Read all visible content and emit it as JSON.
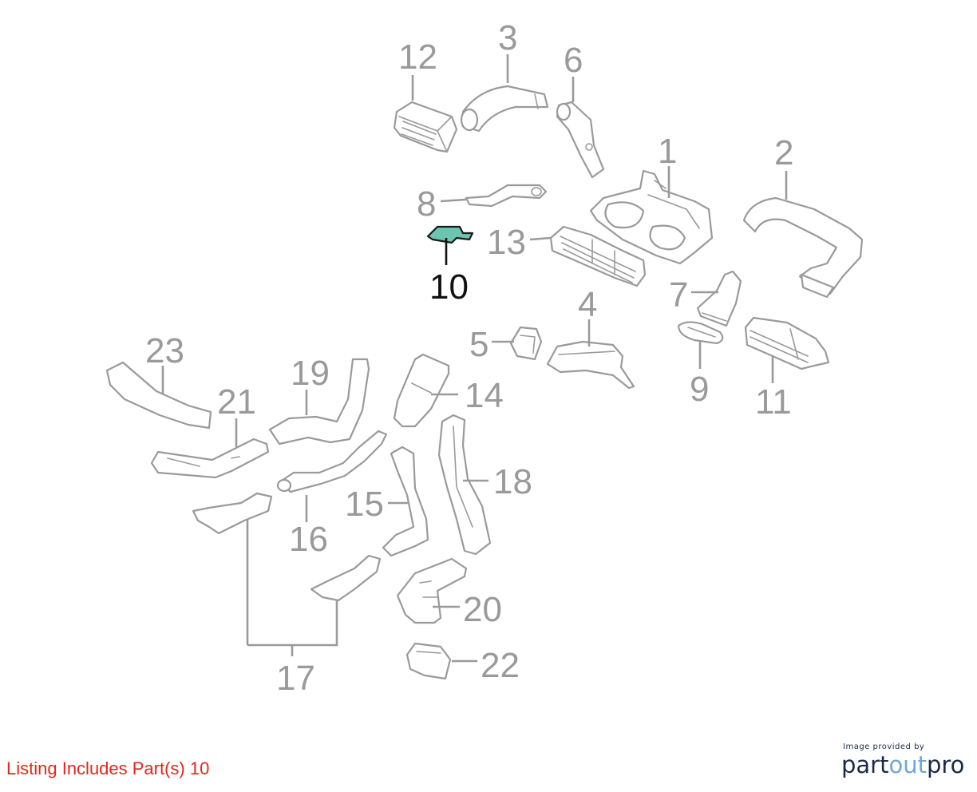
{
  "diagram": {
    "callouts": [
      {
        "id": "1",
        "label": "1"
      },
      {
        "id": "2",
        "label": "2"
      },
      {
        "id": "3",
        "label": "3"
      },
      {
        "id": "4",
        "label": "4"
      },
      {
        "id": "5",
        "label": "5"
      },
      {
        "id": "6",
        "label": "6"
      },
      {
        "id": "7",
        "label": "7"
      },
      {
        "id": "8",
        "label": "8"
      },
      {
        "id": "9",
        "label": "9"
      },
      {
        "id": "10",
        "label": "10",
        "highlighted": true
      },
      {
        "id": "11",
        "label": "11"
      },
      {
        "id": "12",
        "label": "12"
      },
      {
        "id": "13",
        "label": "13"
      },
      {
        "id": "14",
        "label": "14"
      },
      {
        "id": "15",
        "label": "15"
      },
      {
        "id": "16",
        "label": "16"
      },
      {
        "id": "17",
        "label": "17"
      },
      {
        "id": "18",
        "label": "18"
      },
      {
        "id": "19",
        "label": "19"
      },
      {
        "id": "20",
        "label": "20"
      },
      {
        "id": "21",
        "label": "21"
      },
      {
        "id": "22",
        "label": "22"
      },
      {
        "id": "23",
        "label": "23"
      }
    ],
    "colors": {
      "part_stroke": "#9a9a9a",
      "highlight_fill": "#6cc5b0",
      "highlight_text": "#111111"
    }
  },
  "footer": {
    "listing_note": "Listing Includes Part(s) 10",
    "listing_note_color": "#e3261c",
    "brand_tagline": "Image provided by",
    "brand_part1": "part",
    "brand_part2": "out",
    "brand_part3": "pro"
  }
}
